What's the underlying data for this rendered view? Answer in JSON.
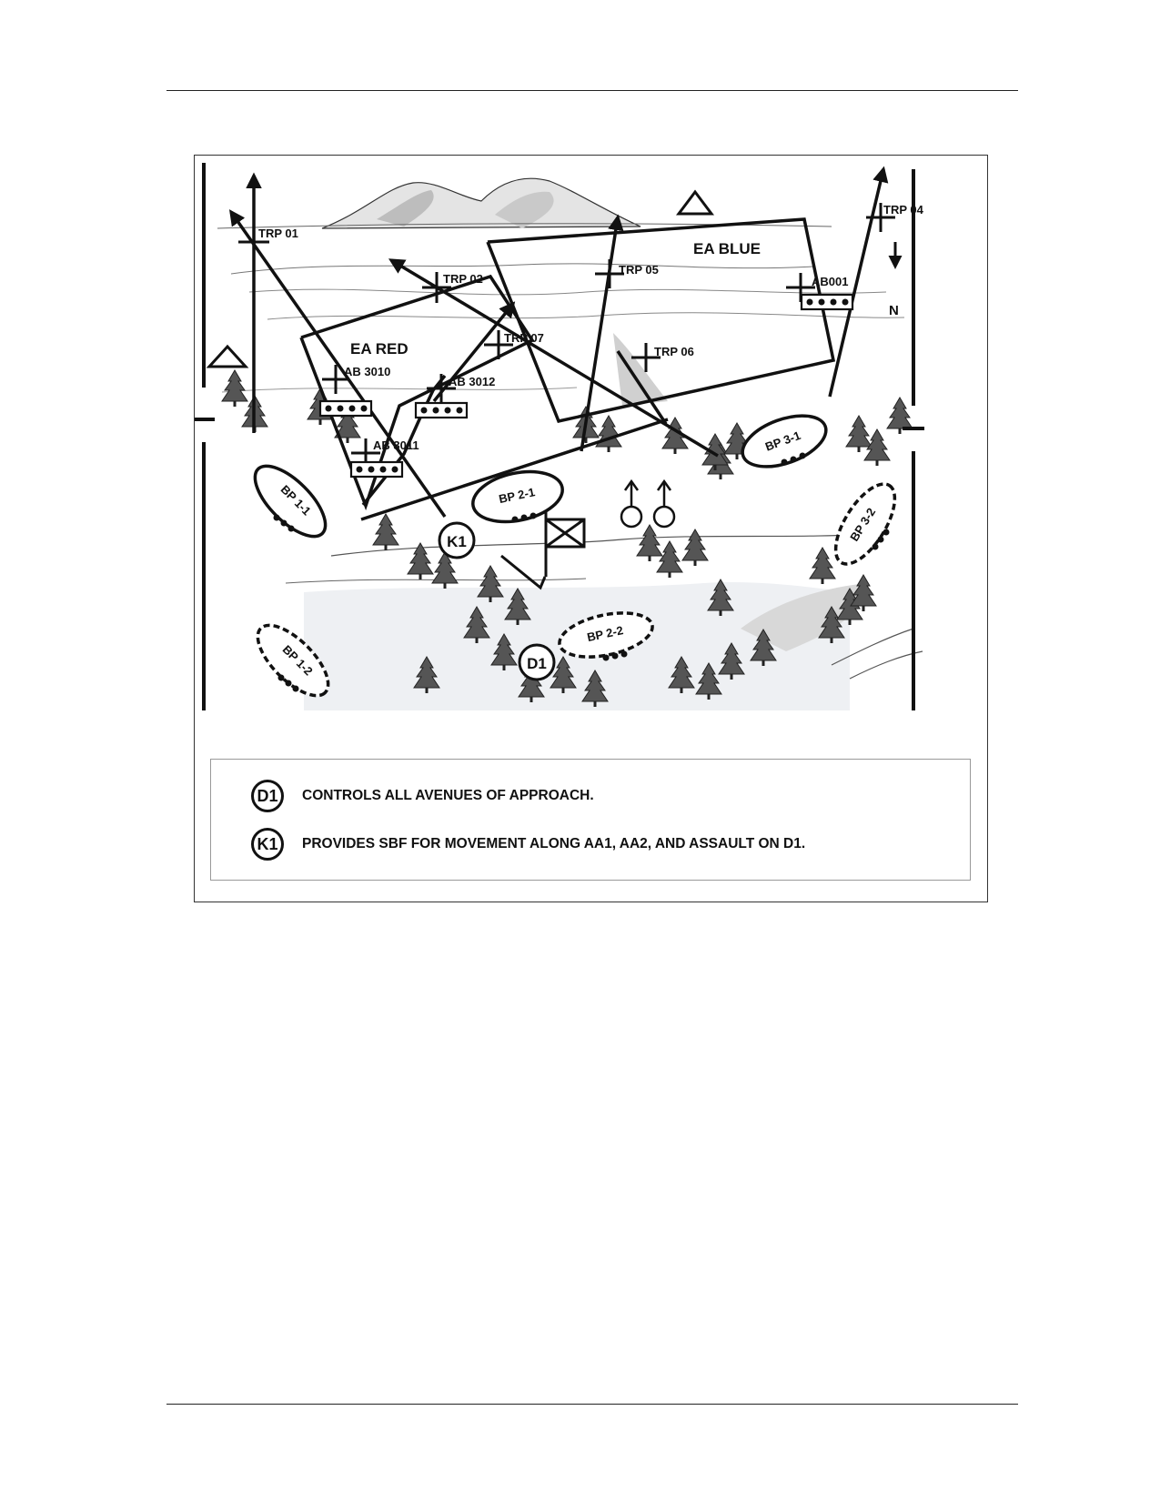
{
  "figure": {
    "labels": {
      "ea_red": "EA RED",
      "ea_blue": "EA BLUE",
      "north": "N",
      "trp01": "TRP 01",
      "trp02": "TRP 02",
      "trp04": "TRP 04",
      "trp05": "TRP 05",
      "trp06": "TRP 06",
      "trp07": "TRP 07",
      "ab3010": "AB 3010",
      "ab3011": "AB 3011",
      "ab3012": "AB 3012",
      "ab001": "AB001",
      "bp11": "BP 1-1",
      "bp12": "BP 1-2",
      "bp21": "BP 2-1",
      "bp22": "BP 2-2",
      "bp31": "BP 3-1",
      "bp32": "BP 3-2",
      "k1": "K1",
      "d1": "D1"
    },
    "legend": [
      {
        "symbol": "D1",
        "text": "CONTROLS ALL AVENUES OF APPROACH."
      },
      {
        "symbol": "K1",
        "text": "PROVIDES SBF FOR MOVEMENT ALONG AA1, AA2, AND ASSAULT ON D1."
      }
    ]
  }
}
